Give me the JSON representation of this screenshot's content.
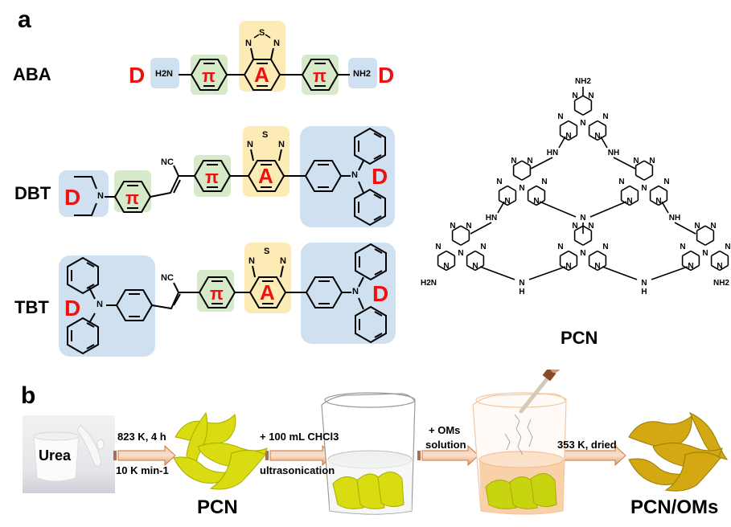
{
  "panel_a": {
    "label": "a",
    "colors": {
      "donor_box": "#cfe0f1",
      "pi_box": "#d6e9c8",
      "acceptor_box": "#fdebb5",
      "marker_red": "#ee1111"
    },
    "molecules": [
      {
        "name": "ABA",
        "donor_left": "D",
        "donor_right": "D",
        "pi_labels": [
          "π",
          "π"
        ],
        "acceptor_label": "A",
        "end_groups": [
          "H2N",
          "NH2"
        ]
      },
      {
        "name": "DBT",
        "donor_left": "D",
        "donor_right": "D",
        "pi_labels": [
          "π",
          "π"
        ],
        "acceptor_label": "A",
        "substituent": "NC"
      },
      {
        "name": "TBT",
        "donor_left": "D",
        "donor_right": "D",
        "pi_labels": [
          "π"
        ],
        "acceptor_label": "A",
        "substituent": "NC"
      }
    ],
    "atoms": {
      "S": "S",
      "N": "N",
      "NH": "NH",
      "HN": "HN",
      "NH2": "NH2",
      "H2N": "H2N",
      "H": "H"
    },
    "pcn_label": "PCN"
  },
  "panel_b": {
    "label": "b",
    "crucible_label": "Urea",
    "steps": [
      {
        "top": "823 K, 4 h",
        "bottom": "10 K min-1"
      },
      {
        "top": "+ 100 mL CHCl3",
        "bottom": "ultrasonication"
      },
      {
        "top": "+ OMs",
        "bottom": "solution"
      },
      {
        "top": "353 K, dried",
        "bottom": ""
      }
    ],
    "product_labels": [
      "PCN",
      "PCN/OMs"
    ],
    "colors": {
      "arrow": "#f4a878",
      "pcn_sheet": "#d8dc10",
      "pcn_oms_sheet": "#d4a812",
      "solution": "#f8c89a"
    }
  }
}
